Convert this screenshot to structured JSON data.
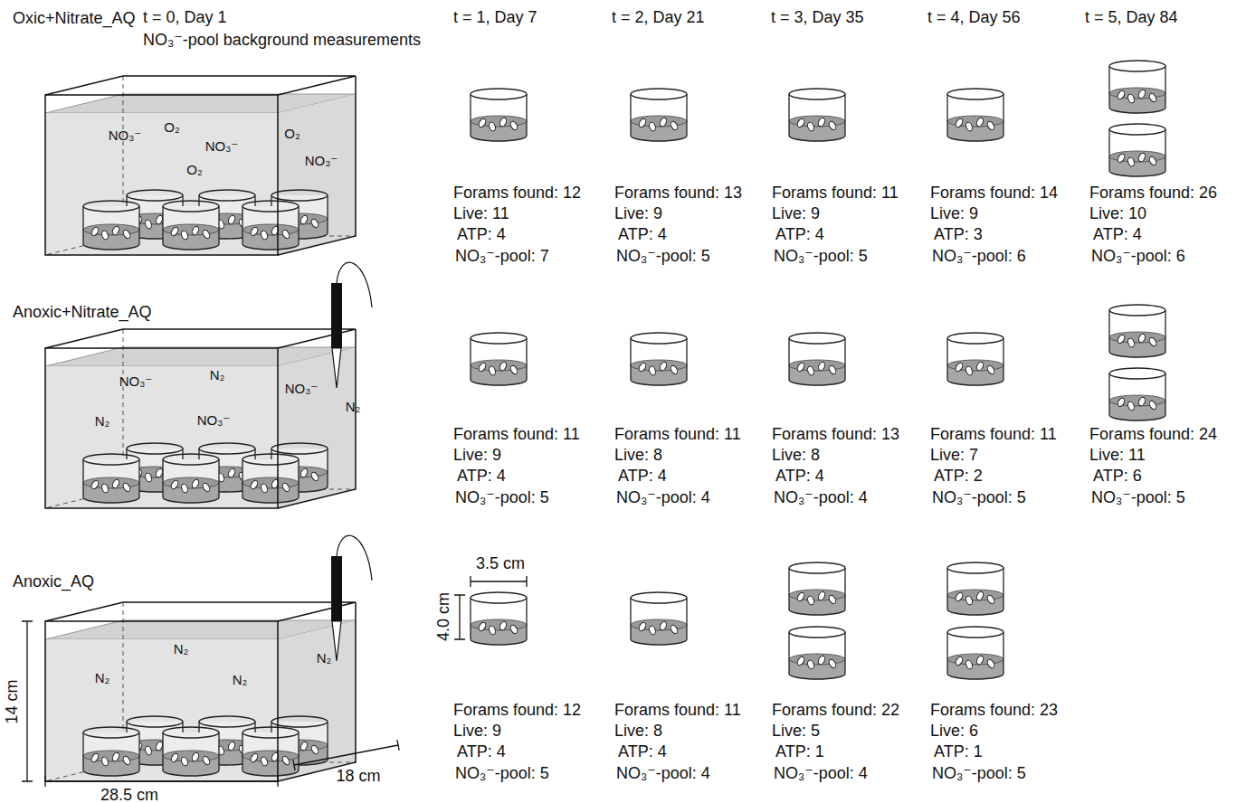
{
  "diagram": {
    "nodes": [
      {
        "text": [
          "Oxic+Nitrate_AQ",
          "NO₃⁻",
          "O₂",
          "NO₃⁻",
          "O₂",
          "O₂",
          "NO₃⁻"
        ]
      },
      {
        "text": [
          "Anoxic+Nitrate_AQ",
          "NO₃⁻",
          "N₂",
          "NO₃⁻",
          "N₂",
          "NO₃⁻",
          "N₂"
        ]
      },
      {
        "text": [
          "Anoxic_AQ",
          "N₂",
          "N₂",
          "N₂",
          "N₂"
        ]
      }
    ],
    "labels": [
      "t = 0, Day 1",
      "NO₃⁻-pool background measurements",
      "t = 1, Day 7",
      "t = 2, Day 21",
      "t = 3, Day 35",
      "t = 4, Day 56",
      "t = 5, Day 84",
      "Forams found: 12",
      "Live: 11",
      "ATP: 4",
      "NO₃⁻-pool: 7",
      "Forams found: 13",
      "Live: 9",
      "ATP: 4",
      "NO₃⁻-pool: 5",
      "Forams found: 11",
      "Live: 9",
      "ATP: 4",
      "NO₃⁻-pool: 5",
      "Forams found: 14",
      "Live: 9",
      "ATP: 3",
      "NO₃⁻-pool: 6",
      "Forams found: 26",
      "Live: 10",
      "ATP: 4",
      "NO₃⁻-pool: 6",
      "Forams found: 11",
      "Live: 9",
      "ATP: 4",
      "NO₃⁻-pool: 5",
      "Forams found: 11",
      "Live: 8",
      "ATP: 4",
      "NO₃⁻-pool: 4",
      "Forams found: 13",
      "Live: 8",
      "ATP: 4",
      "NO₃⁻-pool: 4",
      "Forams found: 11",
      "Live: 7",
      "ATP: 2",
      "NO₃⁻-pool: 5",
      "Forams found: 24",
      "Live: 11",
      "ATP: 6",
      "NO₃⁻-pool: 5",
      "Forams found: 12",
      "Live: 9",
      "ATP: 4",
      "NO₃⁻-pool: 5",
      "Forams found: 11",
      "Live: 8",
      "ATP: 4",
      "NO₃⁻-pool: 4",
      "Forams found: 22",
      "Live: 5",
      "ATP: 1",
      "NO₃⁻-pool: 4",
      "Forams found: 23",
      "Live: 6",
      "ATP: 1",
      "NO₃⁻-pool: 5",
      "3.5 cm",
      "4.0 cm",
      "14 cm",
      "28.5 cm",
      "18 cm"
    ]
  }
}
